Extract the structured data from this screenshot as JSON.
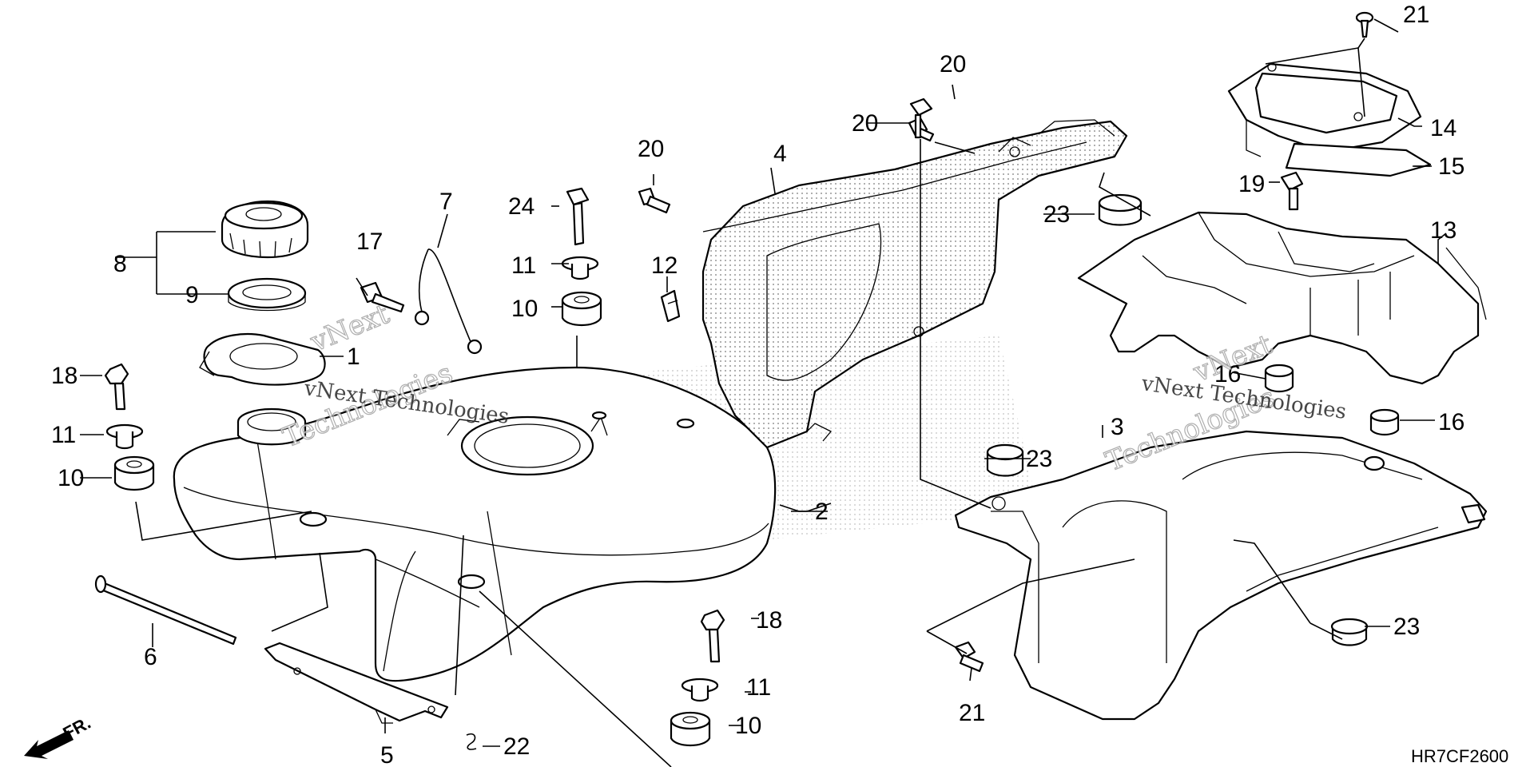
{
  "diagram": {
    "code": "HR7CF2600",
    "front_label": "FR.",
    "watermarks": [
      "vNext",
      "Technologies",
      "vNext Technologies"
    ],
    "callouts": [
      {
        "id": "c1",
        "label": "1"
      },
      {
        "id": "c2",
        "label": "2"
      },
      {
        "id": "c3",
        "label": "3"
      },
      {
        "id": "c4",
        "label": "4"
      },
      {
        "id": "c5",
        "label": "5"
      },
      {
        "id": "c6",
        "label": "6"
      },
      {
        "id": "c7",
        "label": "7"
      },
      {
        "id": "c8",
        "label": "8"
      },
      {
        "id": "c9",
        "label": "9"
      },
      {
        "id": "c10a",
        "label": "10"
      },
      {
        "id": "c10b",
        "label": "10"
      },
      {
        "id": "c10c",
        "label": "10"
      },
      {
        "id": "c11a",
        "label": "11"
      },
      {
        "id": "c11b",
        "label": "11"
      },
      {
        "id": "c11c",
        "label": "11"
      },
      {
        "id": "c12",
        "label": "12"
      },
      {
        "id": "c13",
        "label": "13"
      },
      {
        "id": "c14",
        "label": "14"
      },
      {
        "id": "c15",
        "label": "15"
      },
      {
        "id": "c16a",
        "label": "16"
      },
      {
        "id": "c16b",
        "label": "16"
      },
      {
        "id": "c17",
        "label": "17"
      },
      {
        "id": "c18a",
        "label": "18"
      },
      {
        "id": "c18b",
        "label": "18"
      },
      {
        "id": "c19",
        "label": "19"
      },
      {
        "id": "c20a",
        "label": "20"
      },
      {
        "id": "c20b",
        "label": "20"
      },
      {
        "id": "c20c",
        "label": "20"
      },
      {
        "id": "c20d",
        "label": "20"
      },
      {
        "id": "c21",
        "label": "21"
      },
      {
        "id": "c22",
        "label": "22"
      },
      {
        "id": "c23a",
        "label": "23"
      },
      {
        "id": "c23b",
        "label": "23"
      },
      {
        "id": "c23c",
        "label": "23"
      },
      {
        "id": "c24",
        "label": "24"
      }
    ]
  }
}
